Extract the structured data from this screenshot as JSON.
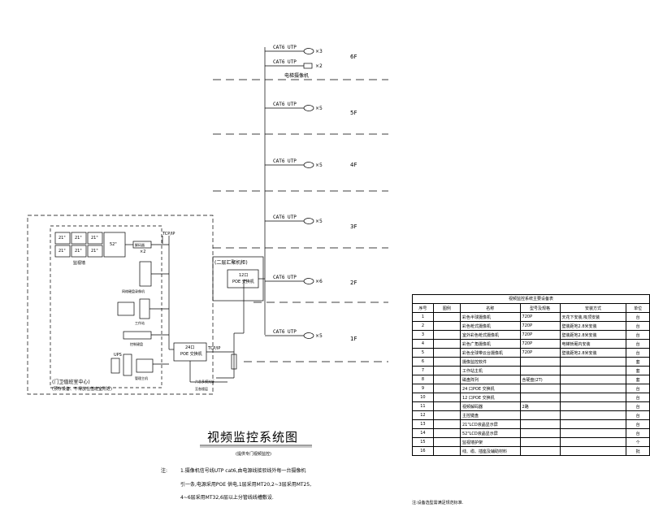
{
  "floors": [
    {
      "label": "6F",
      "cable": "CAT6 UTP",
      "cable2": "CAT6 UTP",
      "count1": "×3",
      "count2": "×2",
      "sub": "电梯摄像机"
    },
    {
      "label": "5F",
      "cable": "CAT6 UTP",
      "count1": "×5"
    },
    {
      "label": "4F",
      "cable": "CAT6 UTP",
      "count1": "×5"
    },
    {
      "label": "3F",
      "cable": "CAT6 UTP",
      "count1": "×5"
    },
    {
      "label": "2F",
      "cable": "CAT6 UTP",
      "count1": "×6"
    },
    {
      "label": "1F",
      "cable": "CAT6 UTP",
      "count1": "×5"
    }
  ],
  "control_room": {
    "label": "(门卫值班室中心)",
    "sublabel": "(预存设备、不得放在值班室附近)",
    "monitors": [
      "21\"",
      "21\"",
      "21\"",
      "52\""
    ],
    "monitors_row2": [
      "21\"",
      "21\"",
      "21\""
    ],
    "wall_label": "监视墙",
    "decoder_label": "解码器",
    "decoder_count": "×2",
    "nvr_label": "网络硬盘录像机",
    "workstation_label": "工作站",
    "keyboard_label": "控制键盘",
    "ups_label": "UPS",
    "pc_label": "管理主机",
    "tcpip1": "TCP/IP",
    "tcpip2": "TCP/IP",
    "core_switch": "24口",
    "core_switch2": "POE 交换机"
  },
  "floor2_cabinet": {
    "label": "(二层汇聚机柜)",
    "switch1": "12口",
    "switch2": "POE 交换机"
  },
  "fiber_note1": "六芯多模光纤",
  "fiber_note2": "至各楼层",
  "title": "视频监控系统图",
  "subtitle": "(提供专门视频监控)",
  "notes": {
    "label": "注:",
    "line1": "1.摄像机信号线UTP cat6,由电源线接驳线外每一台摄像机",
    "line2": "引一条,电源采用POE 供电,1层采用MT20,2~3层采用MT25,",
    "line3": "4~6层采用MT32,6层以上分管线线槽敷设."
  },
  "table": {
    "caption": "视频监控系统主要设备表",
    "headers": [
      "序号",
      "图例",
      "名称",
      "型号及规格",
      "安装方式",
      "单位"
    ],
    "rows": [
      [
        "1",
        "",
        "彩色半球摄像机",
        "720P",
        "天花下安装,吸顶安装",
        "台"
      ],
      [
        "2",
        "",
        "彩色枪式摄像机",
        "720P",
        "壁装距地2.8米安装",
        "台"
      ],
      [
        "3",
        "",
        "室外彩色枪式摄像机",
        "720P",
        "壁装距地2.8米安装",
        "台"
      ],
      [
        "4",
        "",
        "彩色广角摄像机",
        "720P",
        "电梯轿厢内安装",
        "台"
      ],
      [
        "5",
        "",
        "彩色全球带云台摄像机",
        "720P",
        "壁装距地2.8米安装",
        "台"
      ],
      [
        "6",
        "",
        "摄像监控软件",
        "",
        "",
        "套"
      ],
      [
        "7",
        "",
        "工作站主机",
        "",
        "",
        "套"
      ],
      [
        "8",
        "",
        "磁盘阵列",
        "含硬盘(2T)",
        "",
        "套"
      ],
      [
        "9",
        "",
        "24 口POE 交换机",
        "",
        "",
        "台"
      ],
      [
        "10",
        "",
        "12 口POE 交换机",
        "",
        "",
        "台"
      ],
      [
        "11",
        "",
        "视频解码器",
        "2路",
        "",
        "台"
      ],
      [
        "12",
        "",
        "主控键盘",
        "",
        "",
        "台"
      ],
      [
        "13",
        "",
        "21\"LCD液晶显示屏",
        "",
        "",
        "台"
      ],
      [
        "14",
        "",
        "52\"LCD液晶显示屏",
        "",
        "",
        "台"
      ],
      [
        "15",
        "",
        "监视墙护架",
        "",
        "",
        "个"
      ],
      [
        "16",
        "",
        "线、缆、插座及辅助材料",
        "",
        "",
        "批"
      ]
    ],
    "footnote": "注:设备选型需满足规范标准."
  }
}
